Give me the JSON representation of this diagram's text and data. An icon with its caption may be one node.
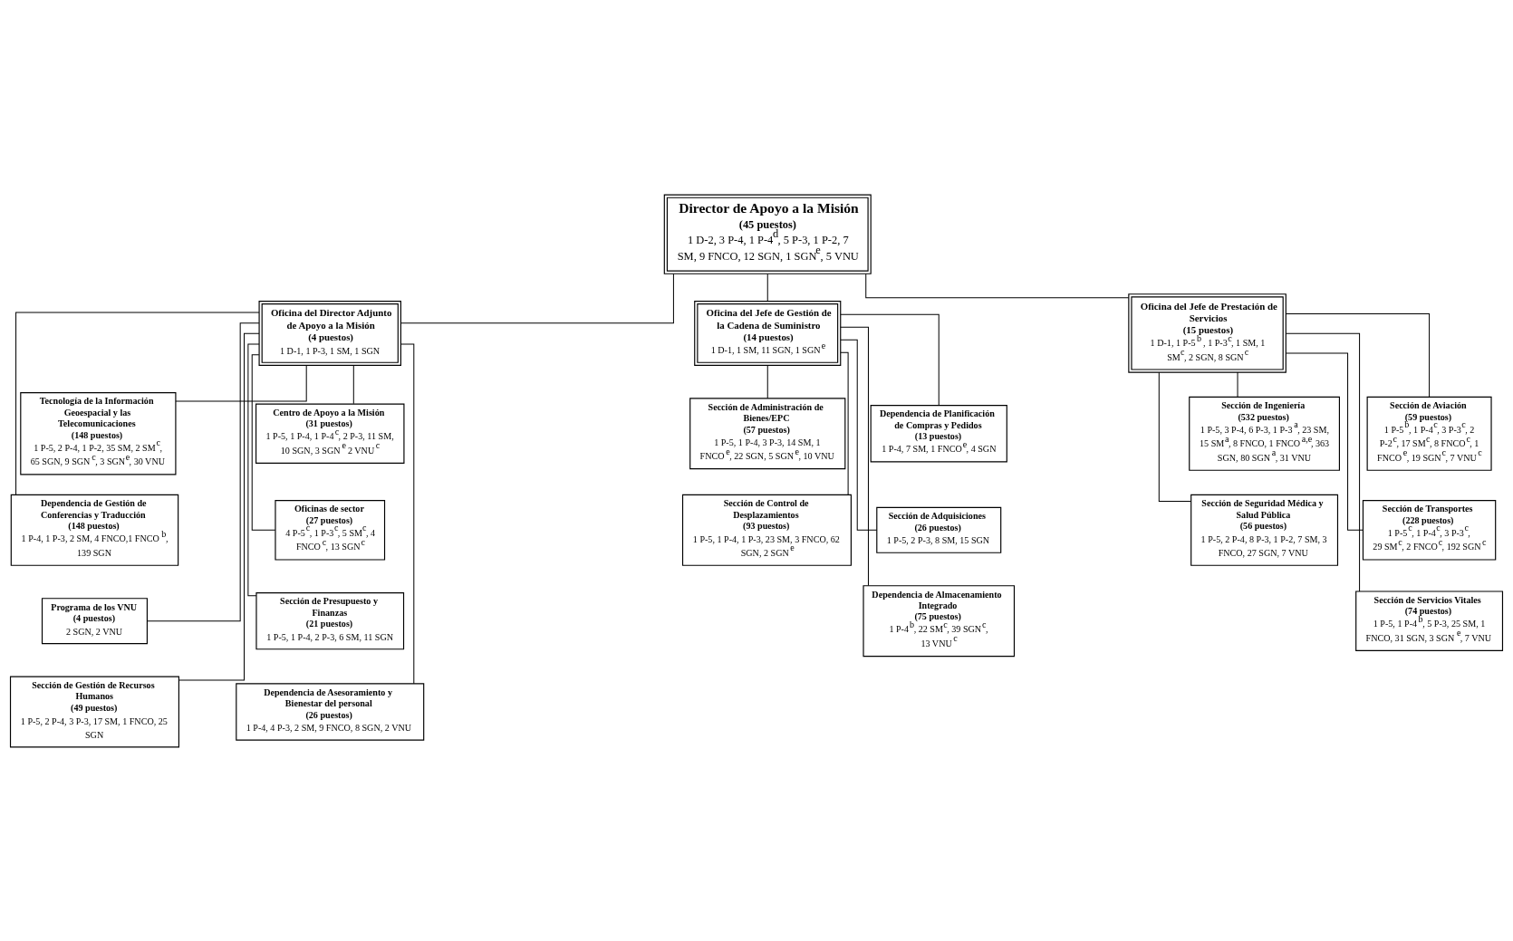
{
  "diagram": {
    "nodes": [
      {
        "text": [
          "Director de Apoyo a la Misión",
          "(45 puestos)",
          "1 D-2, 3 P-4, 1 P-4$^{d}$, 5 P-3, 1 P-2, 7 SM, 9 FNCO, 12 SGN, 1 SGN$^{e}$, 5 VNU"
        ]
      },
      {
        "text": [
          "Oficina del Director Adjunto de Apoyo a la Misión",
          "(4 puestos)",
          "1 D-1, 1 P-3, 1 SM, 1 SGN"
        ]
      },
      {
        "text": [
          "Oficina del Jefe de Gestión de la Cadena de Suministro",
          "(14 puestos)",
          "1 D-1, 1 SM, 11 SGN, 1 SGN$^{e}$"
        ]
      },
      {
        "text": [
          "Oficina del Jefe de Prestación de Servicios",
          "(15 puestos)",
          "1 D-1, 1 P-5$^{b}$ , 1 P-3$^{c}$, 1 SM, 1 SM$^{c}$, 2 SGN, 8 SGN$^{c}$"
        ]
      },
      {
        "text": [
          "Tecnología de la Información Geoespacial y las Telecomunicaciones",
          "(148 puestos)",
          "1 P-5, 2 P-4, 1 P-2, 35 SM, 2 SM$^{c}$, 65 SGN, 9 SGN$^{c}$, 3 SGN$^{e}$, 30 VNU"
        ]
      },
      {
        "text": [
          "Centro de Apoyo a la Misión",
          "(31 puestos)",
          "1 P-5, 1 P-4, 1 P-4$^{c}$, 2 P-3, 11 SM, 10 SGN, 3 SGN$^{e}$ 2 VNU$^{c}$"
        ]
      },
      {
        "text": [
          "Dependencia de Gestión de Conferencias y Traducción",
          "(148 puestos)",
          "1 P-4, 1 P-3, 2 SM, 4 FNCO,1 FNCO$^{b}$, 139 SGN"
        ]
      },
      {
        "text": [
          "Oficinas de sector",
          "(27 puestos)",
          "4 P-5$^{c}$, 1 P-3$^{c}$, 5 SM$^{c}$, 4 FNCO$^{c}$, 13 SGN$^{c}$"
        ]
      },
      {
        "text": [
          "Programa de los VNU",
          "(4 puestos)",
          "2 SGN, 2 VNU"
        ]
      },
      {
        "text": [
          "Sección de Presupuesto y Finanzas",
          "(21 puestos)",
          "1 P-5, 1 P-4, 2 P-3, 6 SM, 11 SGN"
        ]
      },
      {
        "text": [
          "Sección de Gestión de Recursos Humanos",
          "(49 puestos)",
          "1 P-5, 2 P-4, 3 P-3, 17 SM, 1 FNCO, 25 SGN"
        ]
      },
      {
        "text": [
          "Dependencia de Asesoramiento y Bienestar del personal",
          "(26 puestos)",
          "1 P-4, 4 P-3, 2 SM, 9 FNCO, 8 SGN, 2 VNU"
        ]
      },
      {
        "text": [
          "Dependencia de Planificación de Compras y Pedidos",
          "(13 puestos)",
          "1 P-4, 7 SM, 1 FNCO$^{e}$, 4 SGN"
        ]
      },
      {
        "text": [
          "Sección de Administración de Bienes/EPC",
          "(57 puestos)",
          "1 P-5, 1 P-4, 3 P-3, 14 SM, 1 FNCO$^{e}$, 22 SGN, 5 SGN$^{e}$, 10 VNU"
        ]
      },
      {
        "text": [
          "Sección de Adquisiciones",
          "(26 puestos)",
          "1 P-5, 2 P-3, 8 SM, 15 SGN"
        ]
      },
      {
        "text": [
          "Sección de Control de Desplazamientos",
          "(93 puestos)",
          "1 P-5, 1 P-4, 1 P-3, 23 SM, 3 FNCO, 62 SGN, 2 SGN$^{e}$"
        ]
      },
      {
        "text": [
          "Dependencia de Almacenamiento Integrado",
          "(75 puestos)",
          "1 P-4$^{b}$, 22 SM$^{c}$, 39 SGN$^{c}$, 13 VNU$^{c}$"
        ]
      },
      {
        "text": [
          "Sección de Aviación",
          "(59 puestos)",
          "1 P-5$^{b}$, 1 P-4$^{c}$, 3 P-3$^{c}$, 2 P-2$^{c}$, 17 SM$^{c}$, 8 FNCO$^{c}$, 1 FNCO$^{e}$, 19 SGN$^{c}$, 7 VNU$^{c}$"
        ]
      },
      {
        "text": [
          "Sección de Ingeniería",
          "(532 puestos)",
          "1 P-5, 3 P-4, 6 P-3, 1 P-3$^{a}$, 23 SM, 15 SM$^{a}$, 8 FNCO, 1 FNCO$^{a,e}$, 363 SGN, 80 SGN$^{a}$, 31 VNU"
        ]
      },
      {
        "text": [
          "Sección de Transportes",
          "(228 puestos)",
          "1 P-5$^{c}$, 1 P-4$^{c}$, 3 P-3$^{c}$, 29 SM$^{c}$, 2 FNCO$^{c}$, 192 SGN$^{c}$"
        ]
      },
      {
        "text": [
          "Sección de Seguridad Médica y Salud Pública",
          "(56 puestos)",
          "1 P-5, 2 P-4, 8 P-3, 1 P-2, 7 SM, 3 FNCO, 27 SGN, 7 VNU"
        ]
      },
      {
        "text": [
          "Sección de Servicios Vitales",
          "(74 puestos)",
          "1 P-5, 1 P-4$^{b}$, 5 P-3, 25 SM, 1 FNCO, 31 SGN, 3 SGN$^{e}$, 7 VNU"
        ]
      }
    ],
    "edges": [
      {
        "from": 0,
        "to": 1,
        "arrow": "none"
      },
      {
        "from": 0,
        "to": 2,
        "arrow": "none"
      },
      {
        "from": 0,
        "to": 3,
        "arrow": "none"
      },
      {
        "from": 1,
        "to": 4,
        "arrow": "none"
      },
      {
        "from": 1,
        "to": 5,
        "arrow": "none"
      },
      {
        "from": 1,
        "to": 6,
        "arrow": "none"
      },
      {
        "from": 1,
        "to": 7,
        "arrow": "none"
      },
      {
        "from": 1,
        "to": 8,
        "arrow": "none"
      },
      {
        "from": 1,
        "to": 9,
        "arrow": "none"
      },
      {
        "from": 1,
        "to": 10,
        "arrow": "none"
      },
      {
        "from": 1,
        "to": 11,
        "arrow": "none"
      },
      {
        "from": 2,
        "to": 12,
        "arrow": "none"
      },
      {
        "from": 2,
        "to": 13,
        "arrow": "none"
      },
      {
        "from": 2,
        "to": 14,
        "arrow": "none"
      },
      {
        "from": 2,
        "to": 15,
        "arrow": "none"
      },
      {
        "from": 2,
        "to": 16,
        "arrow": "none"
      },
      {
        "from": 3,
        "to": 17,
        "arrow": "none"
      },
      {
        "from": 3,
        "to": 18,
        "arrow": "none"
      },
      {
        "from": 3,
        "to": 19,
        "arrow": "none"
      },
      {
        "from": 3,
        "to": 20,
        "arrow": "none"
      },
      {
        "from": 3,
        "to": 21,
        "arrow": "none"
      }
    ]
  }
}
